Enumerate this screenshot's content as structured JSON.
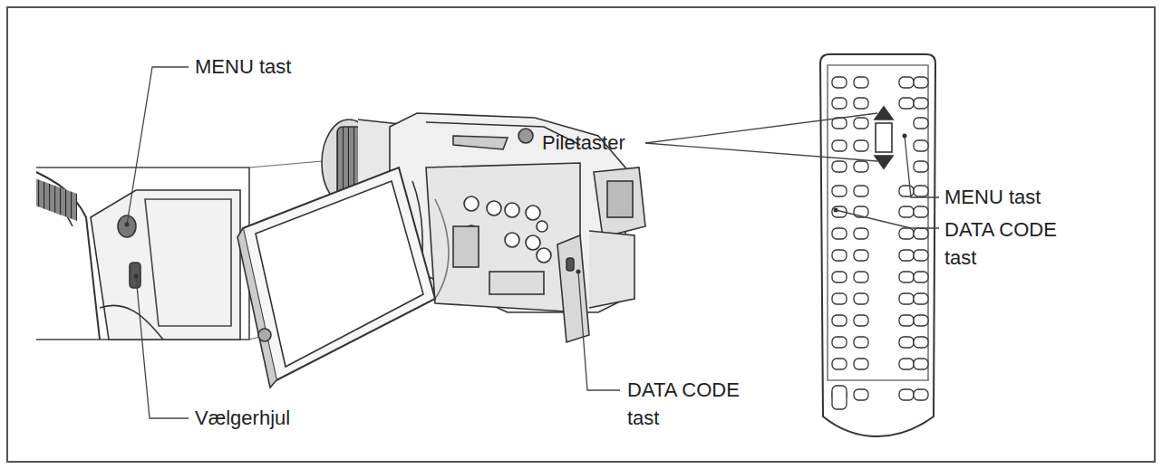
{
  "diagram": {
    "labels": [
      "MENU tast",
      "Vælgerhjul",
      "DATA CODE tast",
      "Piletaster",
      "MENU tast",
      "DATA CODE tast"
    ]
  }
}
